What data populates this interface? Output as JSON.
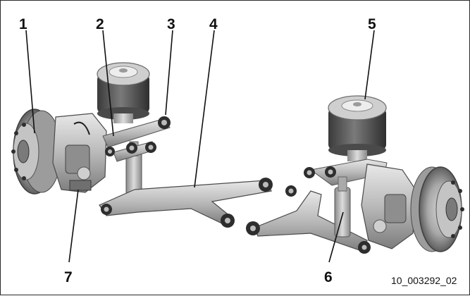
{
  "figure": {
    "id": "10_003292_02",
    "callouts": [
      "1",
      "2",
      "3",
      "4",
      "5",
      "6",
      "7"
    ]
  }
}
